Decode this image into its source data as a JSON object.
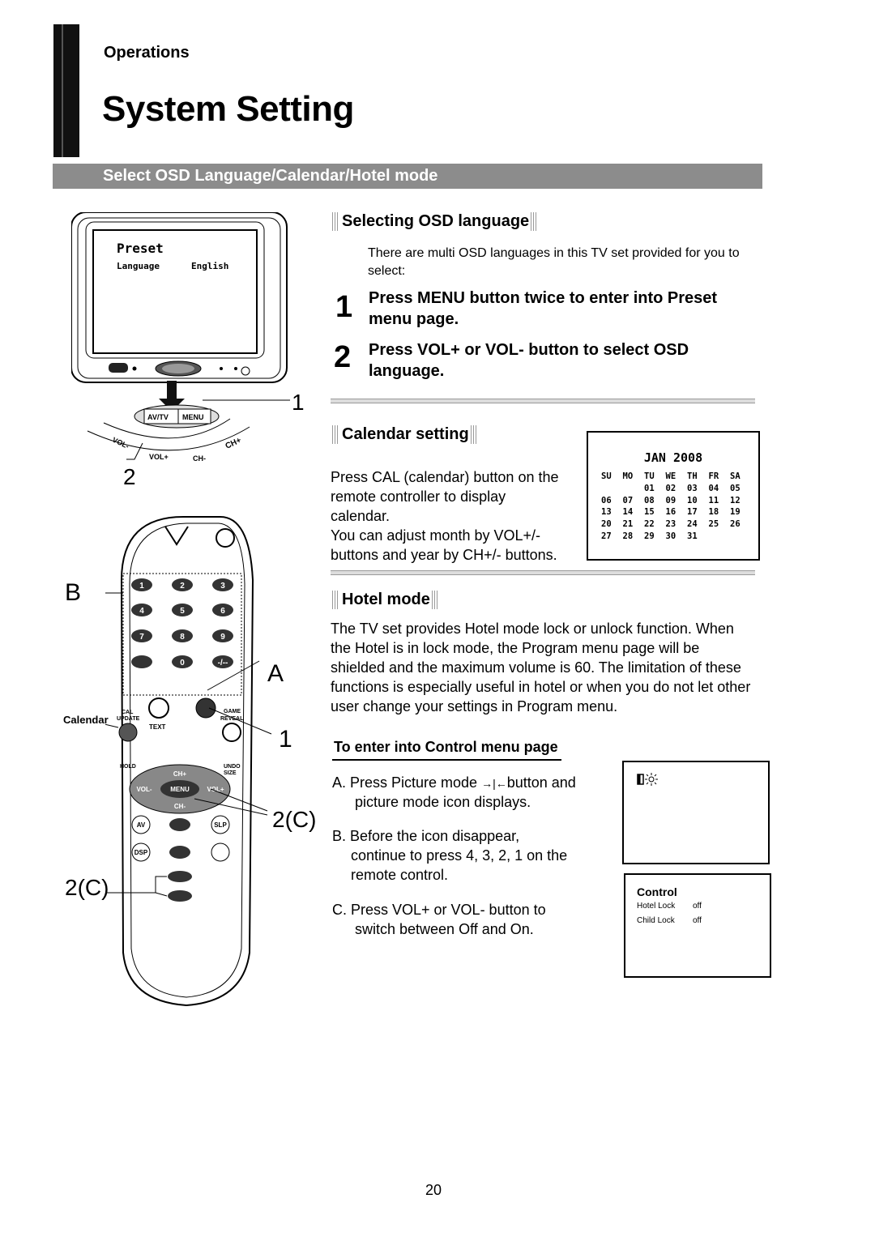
{
  "header": {
    "section": "Operations",
    "title": "System Setting"
  },
  "banner": "Select OSD Language/Calendar/Hotel mode",
  "osd": {
    "heading": "Selecting OSD language",
    "intro": "There are multi OSD languages in this TV set provided for you to select:",
    "steps": [
      {
        "num": "1",
        "text": "Press MENU button twice to enter into Preset menu page."
      },
      {
        "num": "2",
        "text": "Press VOL+ or VOL- button to select OSD language."
      }
    ]
  },
  "tv_illustration": {
    "screen_title": "Preset",
    "menu_item": "Language",
    "menu_value": "English",
    "buttons": [
      "AV/TV",
      "MENU"
    ],
    "arc_labels": [
      "VOL-",
      "VOL+",
      "CH-",
      "CH+"
    ],
    "callouts": [
      "1",
      "2"
    ]
  },
  "calendar": {
    "heading": "Calendar setting",
    "text1": "Press CAL (calendar) button on the remote controller to display calendar.",
    "text2": "You can adjust month by VOL+/- buttons and year by CH+/- buttons.",
    "month": "JAN 2008",
    "days": [
      "SU",
      "MO",
      "TU",
      "WE",
      "TH",
      "FR",
      "SA"
    ],
    "weeks": [
      [
        "",
        "",
        "01",
        "02",
        "03",
        "04",
        "05"
      ],
      [
        "06",
        "07",
        "08",
        "09",
        "10",
        "11",
        "12"
      ],
      [
        "13",
        "14",
        "15",
        "16",
        "17",
        "18",
        "19"
      ],
      [
        "20",
        "21",
        "22",
        "23",
        "24",
        "25",
        "26"
      ],
      [
        "27",
        "28",
        "29",
        "30",
        "31",
        "",
        ""
      ]
    ]
  },
  "hotel": {
    "heading": "Hotel mode",
    "text": "The TV set provides Hotel mode lock or unlock function. When the Hotel is in lock mode, the Program menu page will be shielded and the maximum volume is 60. The limitation of these functions is especially useful in hotel or when you do not let other user change your settings in Program menu.",
    "control_heading": "To enter into Control menu page",
    "item_a_1": "A. Press Picture mode",
    "item_a_2": "button and",
    "item_a_3": "picture mode icon displays.",
    "item_b_1": "B. Before the icon disappear,",
    "item_b_2": "continue to press 4, 3, 2, 1 on the",
    "item_b_3": "remote control.",
    "item_c_1": "C. Press VOL+ or VOL- button to",
    "item_c_2": "switch between Off and On.",
    "control_menu": {
      "title": "Control",
      "rows": [
        {
          "label": "Hotel Lock",
          "value": "off"
        },
        {
          "label": "Child Lock",
          "value": "off"
        }
      ]
    }
  },
  "remote_illustration": {
    "callouts": [
      "B",
      "A",
      "1",
      "2(C)",
      "2(C)"
    ],
    "calendar_label": "Calendar",
    "keys": [
      "1",
      "2",
      "3",
      "4",
      "5",
      "6",
      "7",
      "8",
      "9",
      "0",
      "-/--"
    ],
    "labels": [
      "CAL",
      "UPDATE",
      "TEXT",
      "GAME",
      "REVEAL",
      "HOLD",
      "UNDO",
      "SIZE",
      "CH+",
      "CH-",
      "VOL-",
      "MENU",
      "VOL+",
      "AV",
      "SLP",
      "DSP"
    ]
  },
  "page_number": "20"
}
